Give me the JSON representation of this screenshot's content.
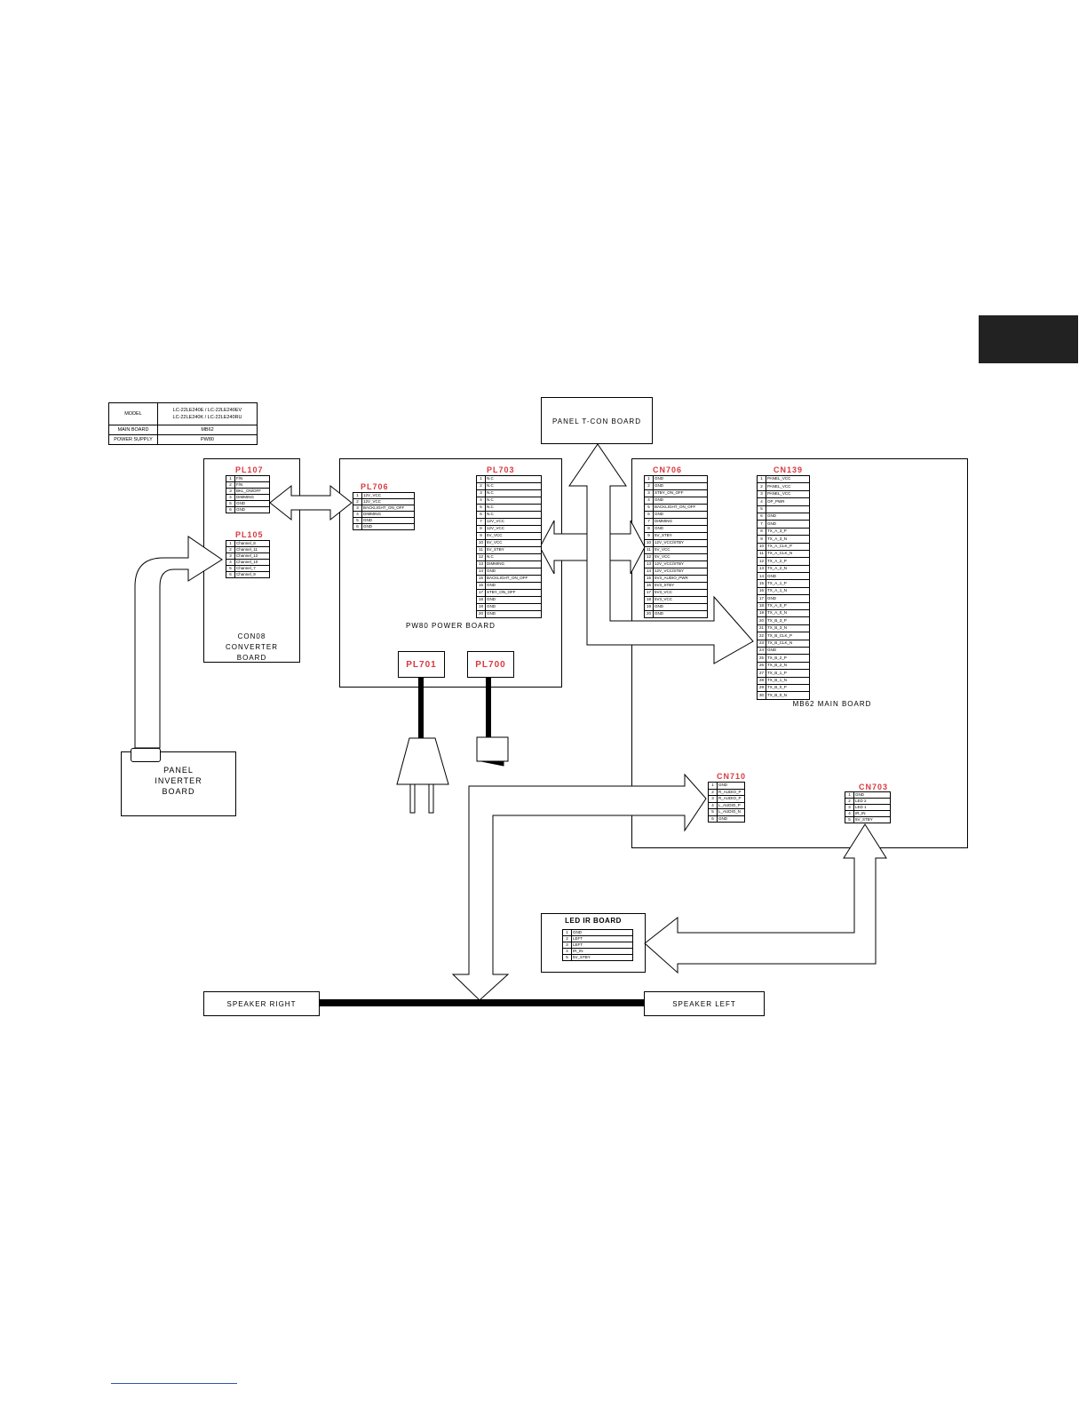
{
  "model_table": {
    "rows": [
      {
        "label": "MODEL",
        "value": "LC-22LE240E / LC-22LE240EV\nLC-22LE240K / LC-22LE240RU"
      },
      {
        "label": "MAIN BOARD",
        "value": "MB62"
      },
      {
        "label": "POWER SUPPLY",
        "value": "PW80"
      }
    ]
  },
  "boards": {
    "panel_tcon": "PANEL T-CON BOARD",
    "con08": "CON08\nCONVERTER\nBOARD",
    "pw80": "PW80 POWER BOARD",
    "mb62": "MB62 MAIN BOARD",
    "panel_inverter": "PANEL\nINVERTER\nBOARD",
    "led_ir": "LED IR BOARD",
    "speaker_right": "SPEAKER RIGHT",
    "speaker_left": "SPEAKER LEFT"
  },
  "connectors": {
    "pl107": {
      "title": "PL107",
      "pins": [
        "F/N",
        "F/N",
        "BKL_ON/OFF",
        "DIMMING",
        "GND",
        "GND"
      ]
    },
    "pl105": {
      "title": "PL105",
      "pins": [
        "Channel_8",
        "Channel_11",
        "Channel_12",
        "Channel_10",
        "Channel_7",
        "Channel_9"
      ]
    },
    "pl706": {
      "title": "PL706",
      "pins": [
        "12V_VCC",
        "12V_VCC",
        "BACKLIGHT_ON_OFF",
        "DIMMING",
        "GND",
        "GND"
      ]
    },
    "pl703": {
      "title": "PL703",
      "pins": [
        "N.C",
        "N.C",
        "N.C",
        "N.C",
        "N.C",
        "N.C",
        "12V_VCC",
        "12V_VCC",
        "5V_VCC",
        "5V_VCC",
        "5V_STBY",
        "N.C",
        "DIMMING",
        "GND",
        "BACKLIGHT_ON_OFF",
        "GND",
        "STBY_ON_OFF",
        "GND",
        "GND",
        "GND"
      ]
    },
    "pl701": {
      "title": "PL701"
    },
    "pl700": {
      "title": "PL700"
    },
    "cn706": {
      "title": "CN706",
      "pins": [
        "GND",
        "GND",
        "STBY_ON_OFF",
        "GND",
        "BACKLIGHT_ON_OFF",
        "GND",
        "DIMMING",
        "GND",
        "5V_STBY",
        "12V_VCC/STBY",
        "5V_VCC",
        "5V_VCC",
        "12V_VCC/STBY",
        "12V_VCC/STBY",
        "5V3_AUDIO_PWR",
        "5V3_STBY",
        "5V3_VCC",
        "5V3_VCC",
        "GND",
        "GND"
      ]
    },
    "cn139": {
      "title": "CN139",
      "pins": [
        "PANEL_VCC",
        "PANEL_VCC",
        "PANEL_VCC",
        "OP_PWR",
        "",
        "GND",
        "GND",
        "TX_A_3_P",
        "TX_A_3_N",
        "TX_A_CLK_P",
        "TX_A_CLK_N",
        "TX_A_2_P",
        "TX_A_2_N",
        "GND",
        "TX_A_1_P",
        "TX_A_1_N",
        "GND",
        "TX_A_0_P",
        "TX_A_0_N",
        "TX_B_3_P",
        "TX_B_3_N",
        "TX_B_CLK_P",
        "TX_B_CLK_N",
        "GND",
        "TX_B_2_P",
        "TX_B_2_N",
        "TX_B_1_P",
        "TX_B_1_N",
        "TX_B_0_P",
        "TX_B_0_N"
      ]
    },
    "cn710": {
      "title": "CN710",
      "pins": [
        "GND",
        "R_AUDIO_P",
        "R_AUDIO_P",
        "L_AUDIO_P",
        "L_AUDIO_N",
        "GND"
      ]
    },
    "cn703": {
      "title": "CN703",
      "pins": [
        "GND",
        "LED 2",
        "LED 1",
        "IR_IN",
        "5V_STBY"
      ]
    },
    "led_ir": {
      "pins": [
        "GND",
        "LEFT",
        "LEFT",
        "IR_IN",
        "5V_STBY"
      ]
    }
  }
}
